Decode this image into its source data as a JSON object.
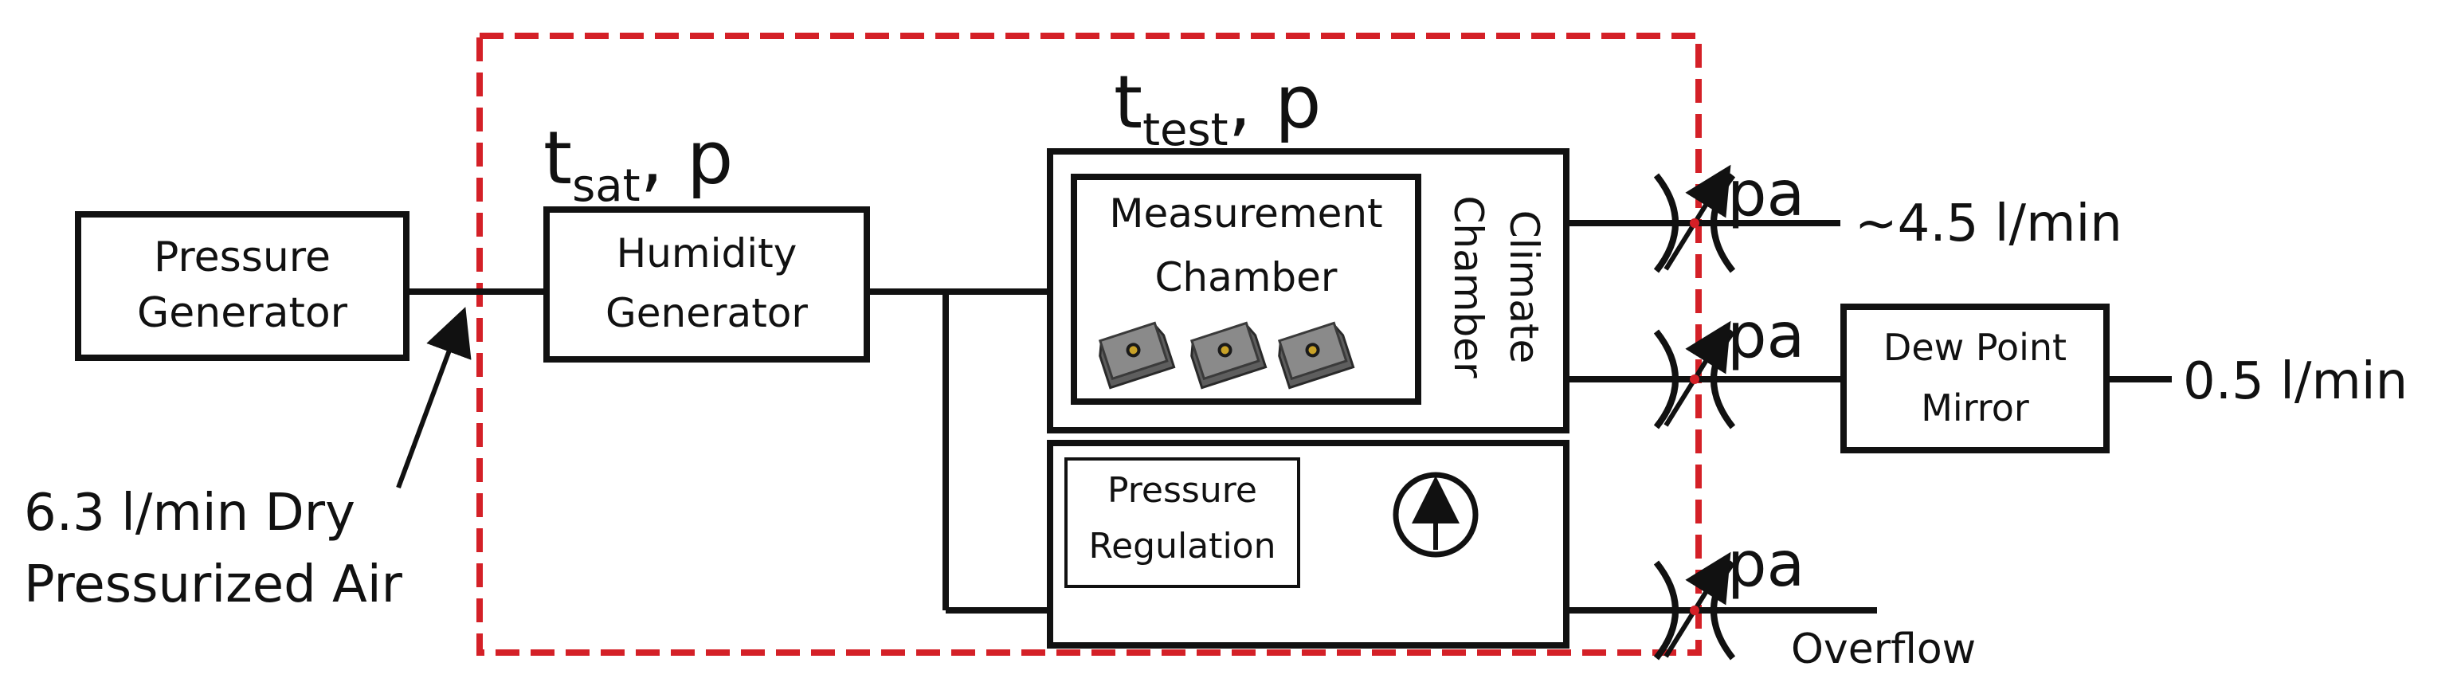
{
  "boundary": {
    "color": "#d42027"
  },
  "pressure_generator": {
    "line1": "Pressure",
    "line2": "Generator"
  },
  "humidity_generator": {
    "line1": "Humidity",
    "line2": "Generator"
  },
  "measurement_chamber": {
    "line1": "Measurement",
    "line2": "Chamber"
  },
  "climate_chamber": {
    "line1": "Climate",
    "line2": "Chamber"
  },
  "pressure_regulation": {
    "line1": "Pressure",
    "line2": "Regulation"
  },
  "dew_point_mirror": {
    "line1": "Dew Point",
    "line2": "Mirror"
  },
  "t_sat_label": {
    "main": "t",
    "sub": "sat",
    "tail": ", p"
  },
  "t_test_label": {
    "main": "t",
    "sub": "test",
    "tail": ", p"
  },
  "pa_labels": [
    "pa",
    "pa",
    "pa"
  ],
  "inlet_annotation": {
    "line1": "6.3 l/min Dry",
    "line2": "Pressurized Air"
  },
  "flow_top": "~4.5 l/min",
  "flow_mirror": "0.5 l/min",
  "overflow_label": "Overflow",
  "icons": {
    "sensor": "sensor-chip-icon",
    "valve": "needle-valve-icon",
    "gauge": "pressure-gauge-icon"
  }
}
